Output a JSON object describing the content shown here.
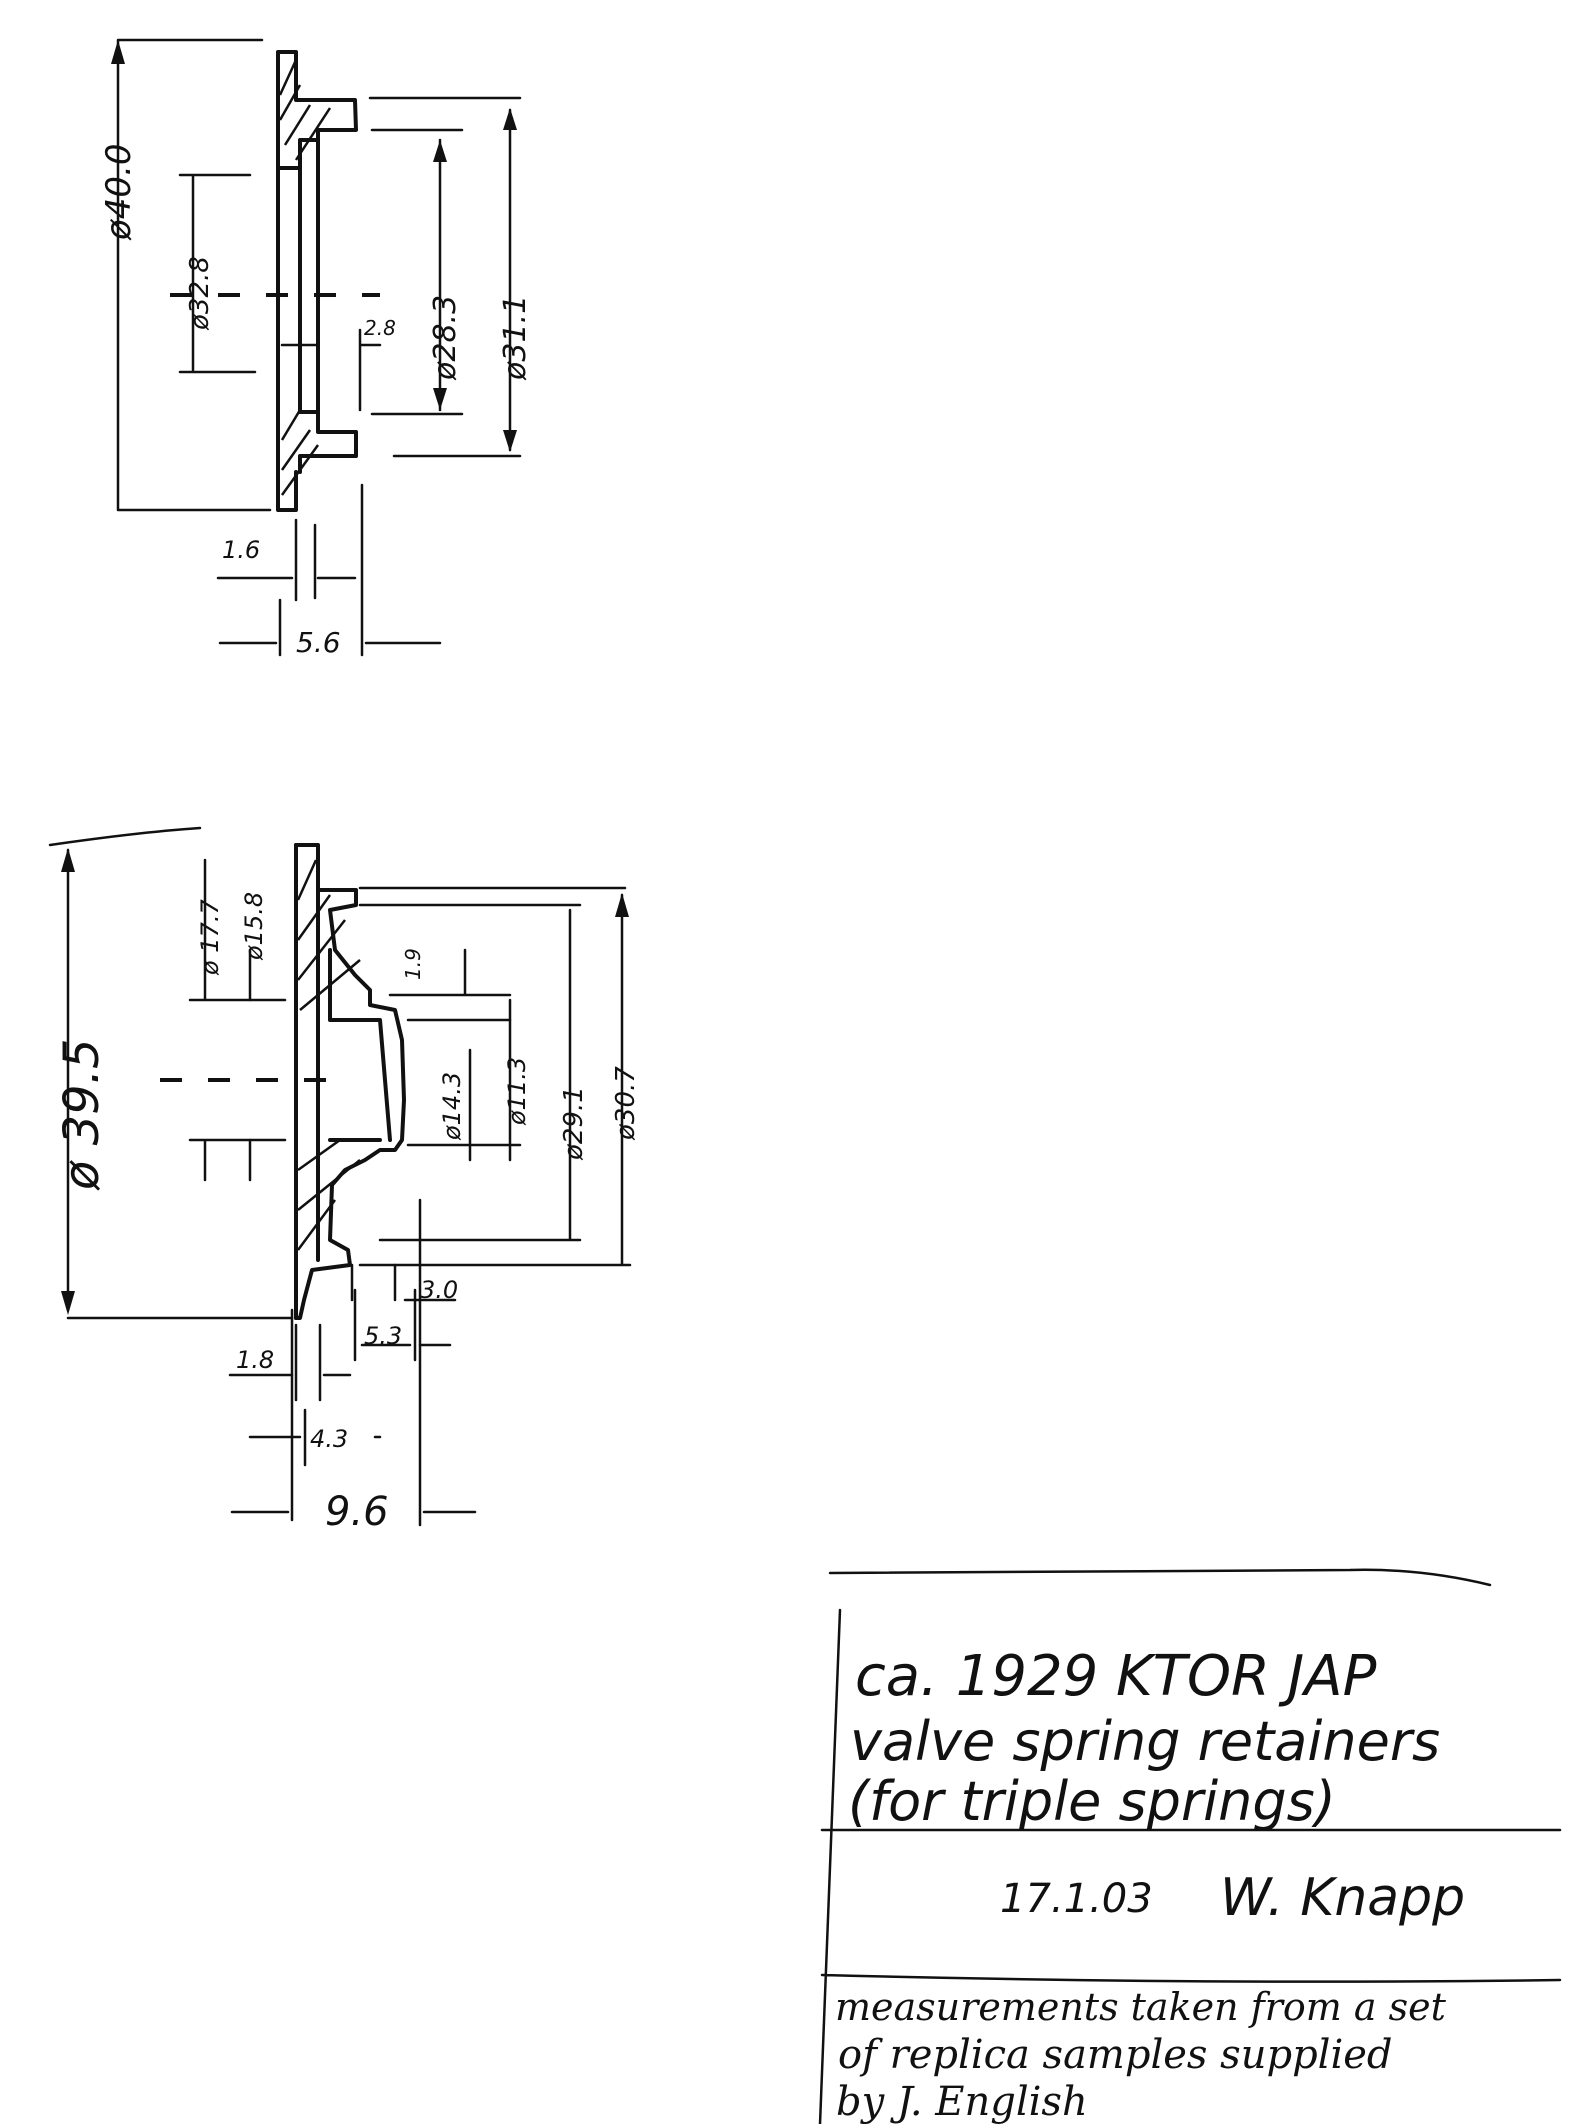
{
  "drawing_1": {
    "dims": {
      "d_outer": "ø40.0",
      "d_bore": "ø32.8",
      "d_step": "ø28.3",
      "d_flange": "ø31.1",
      "step_height": "2.8",
      "plate_thickness": "1.6",
      "overall_length": "5.6"
    }
  },
  "drawing_2": {
    "dims": {
      "d_outer": "ø 39.5",
      "d_inner_a": "ø 17.7",
      "d_inner_b": "ø15.8",
      "small_dim": "1.9",
      "d_mid_a": "ø14.3",
      "d_mid_b": "ø11.3",
      "d_step": "ø29.1",
      "d_flange": "ø30.7",
      "thk_a": "1.8",
      "thk_b": "4.3",
      "len_a": "5.3",
      "len_b": "3.0",
      "overall_length": "9.6"
    }
  },
  "title_block": {
    "line1": "ca. 1929 KTOR JAP",
    "line2": "valve spring retainers",
    "line3": "(for triple springs)",
    "date": "17.1.03",
    "signature": "W. Knapp",
    "note_line1": "measurements taken from a set",
    "note_line2": "of replica samples supplied",
    "note_line3": "by J. English"
  }
}
